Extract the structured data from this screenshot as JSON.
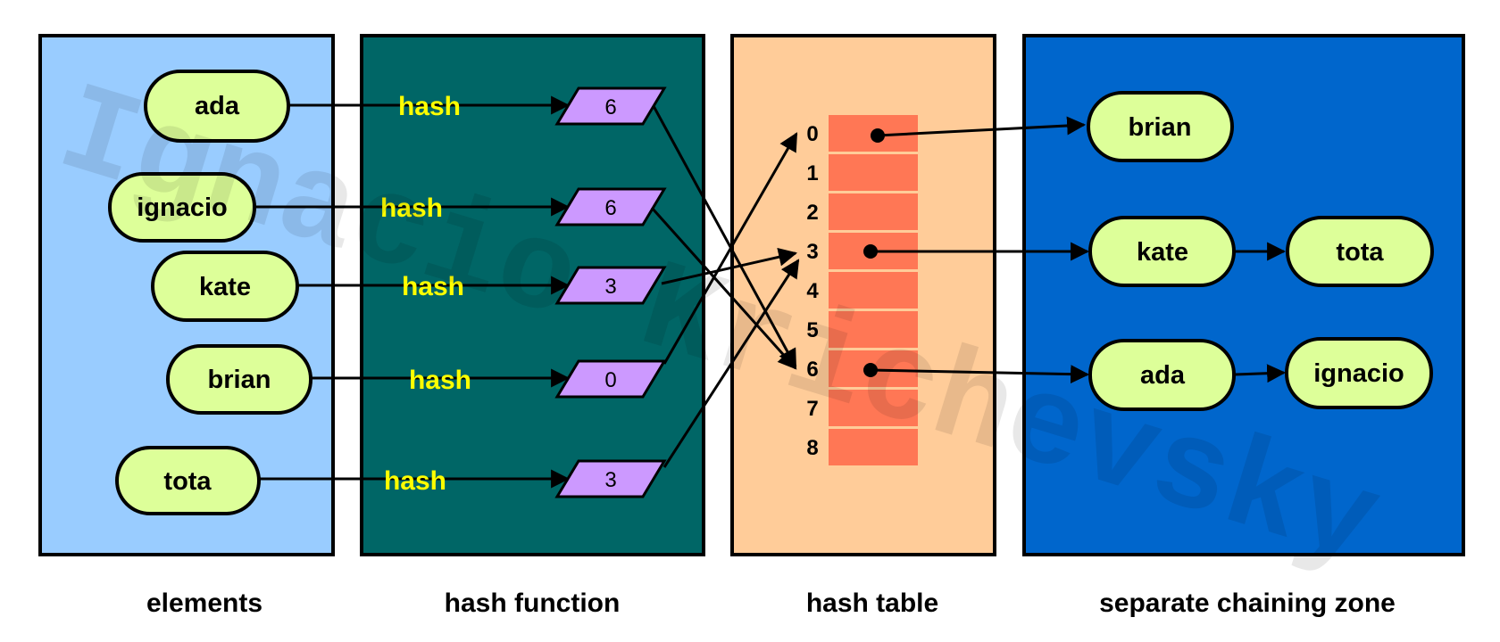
{
  "watermark": "Ignacio Krichevsky",
  "captions": {
    "elements": "elements",
    "hash_function": "hash function",
    "hash_table": "hash table",
    "chaining": "separate chaining zone"
  },
  "elements": [
    "ada",
    "ignacio",
    "kate",
    "brian",
    "tota"
  ],
  "hash_labels": [
    "hash",
    "hash",
    "hash",
    "hash",
    "hash"
  ],
  "hash_values": [
    "6",
    "6",
    "3",
    "0",
    "3"
  ],
  "table_indices": [
    "0",
    "1",
    "2",
    "3",
    "4",
    "5",
    "6",
    "7",
    "8"
  ],
  "chains": {
    "slot0": [
      "brian"
    ],
    "slot3": [
      "kate",
      "tota"
    ],
    "slot6": [
      "ada",
      "ignacio"
    ]
  },
  "colors": {
    "elements_panel": "#99ccff",
    "hash_panel": "#006666",
    "table_panel": "#ffcc99",
    "chain_panel": "#0066cc",
    "node_fill": "#ddff99",
    "parallelogram_fill": "#cc99ff",
    "table_cell": "#ff7755",
    "hash_text": "#ffff00"
  }
}
